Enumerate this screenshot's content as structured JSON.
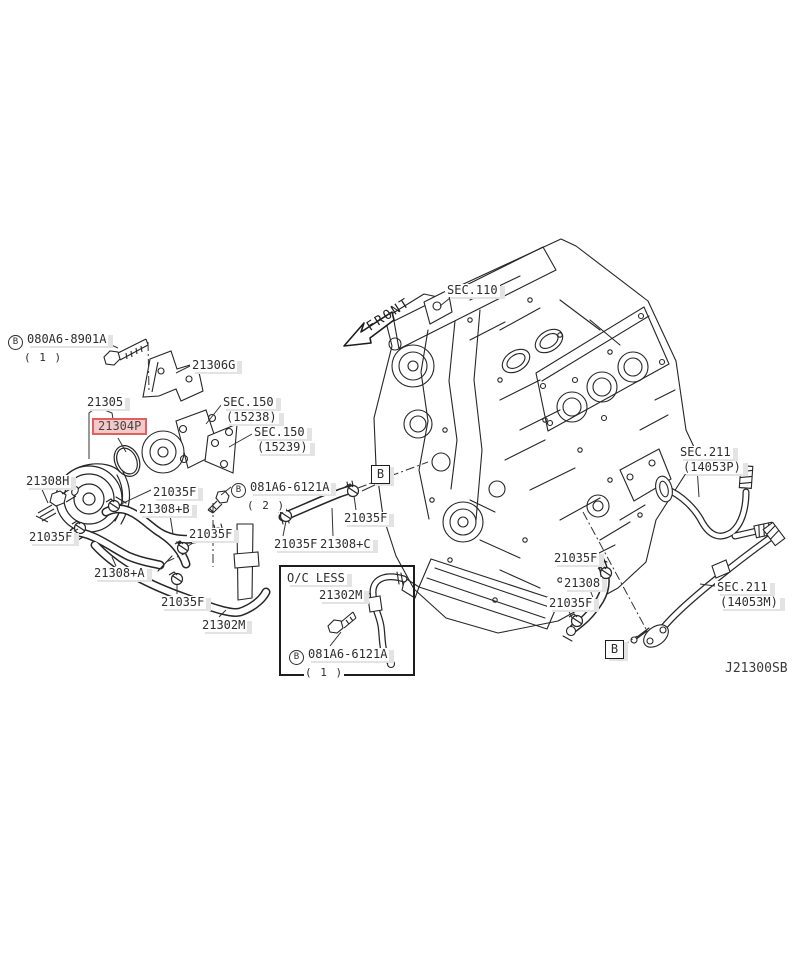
{
  "diagram": {
    "code": "J21300SB",
    "front_label": "FRONT",
    "markers": {
      "circled_b": "B",
      "boxed_b": "B"
    },
    "oc_less": {
      "title": "O/C LESS"
    },
    "parts": {
      "bolt_080a6": {
        "text": "080A6-8901A",
        "qty": "( 1 )"
      },
      "p21306g": {
        "text": "21306G"
      },
      "p21305": {
        "text": "21305"
      },
      "p21304p": {
        "text": "21304P"
      },
      "sec150_15238": {
        "text": "SEC.150",
        "sub": "(15238)"
      },
      "sec150_15239": {
        "text": "SEC.150",
        "sub": "(15239)"
      },
      "p21308h": {
        "text": "21308H"
      },
      "p21035f": {
        "text": "21035F"
      },
      "p21308_b": {
        "text": "21308+B"
      },
      "bolt_081a6_2": {
        "text": "081A6-6121A",
        "qty": "( 2 )"
      },
      "p21308_a": {
        "text": "21308+A"
      },
      "p21302m": {
        "text": "21302M"
      },
      "p21308_c": {
        "text": "21308+C"
      },
      "sec110": {
        "text": "SEC.110"
      },
      "sec211_p": {
        "text": "SEC.211",
        "sub": "(14053P)"
      },
      "sec211_m": {
        "text": "SEC.211",
        "sub": "(14053M)"
      },
      "p21308": {
        "text": "21308"
      },
      "oc_21302m": {
        "text": "21302M"
      },
      "bolt_081a6_1": {
        "text": "081A6-6121A",
        "qty": "( 1 )"
      }
    },
    "colors": {
      "highlight_bg": "#f6c9c9",
      "highlight_border": "#e06060",
      "label_shadow": "#e3e3e3",
      "line": "#262626"
    }
  }
}
